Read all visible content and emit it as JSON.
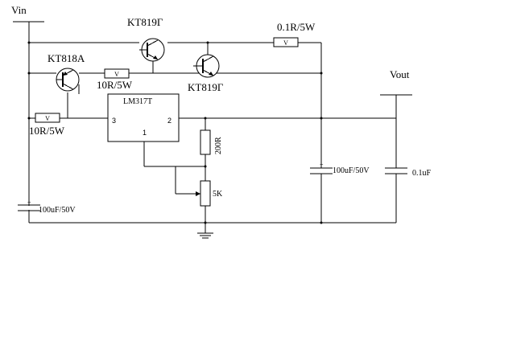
{
  "labels": {
    "vin": "Vin",
    "vout": "Vout",
    "q1": "KT819Г",
    "q2": "KT819Г",
    "q3": "KT818A",
    "r_top": "0.1R/5W",
    "r_mid": "10R/5W",
    "r_left": "10R/5W",
    "ic_name": "LM317T",
    "ic_pin_in": "3",
    "ic_pin_out": "2",
    "ic_pin_adj": "1",
    "r_adj": "200R",
    "pot": "5K",
    "c_in": "100uF/50V",
    "c_out": "100uF/50V",
    "c_small": "0.1uF",
    "res_mark": "V",
    "cap_plus": "+"
  }
}
